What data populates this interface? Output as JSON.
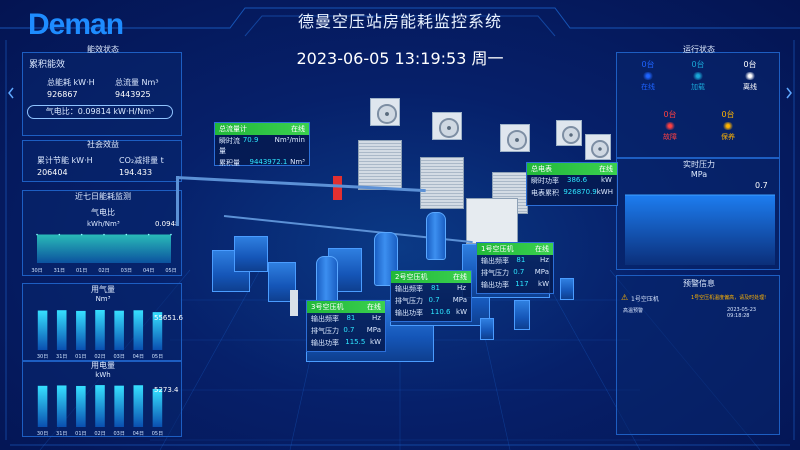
{
  "header": {
    "logo": "Deman",
    "title": "德曼空压站房能耗监控系统",
    "datetime": "2023-06-05 13:19:53 周一"
  },
  "energy": {
    "title": "能效状态",
    "subtitle": "累积能效",
    "total_energy_label": "总能耗 kW·H",
    "total_energy_value": "926867",
    "total_flow_label": "总流量 Nm³",
    "total_flow_value": "9443925",
    "ratio_label": "气电比：0.09814 kW·H/Nm³"
  },
  "social": {
    "title": "社会效益",
    "saving_label": "累计节能 kW·H",
    "saving_value": "206404",
    "co2_label": "CO₂减排量 t",
    "co2_value": "194.433"
  },
  "seven_day": {
    "title": "近七日能耗监测",
    "ratio_chart": {
      "title": "气电比",
      "unit": "kWh/Nm³",
      "current": "0.0948"
    },
    "gas_chart": {
      "title": "用气量",
      "unit": "Nm³",
      "current": "55651.6"
    },
    "power_chart": {
      "title": "用电量",
      "unit": "kWh",
      "current": "5273.4"
    }
  },
  "chart_data": [
    {
      "type": "area",
      "title": "气电比",
      "ylabel": "kWh/Nm³",
      "categories": [
        "30日",
        "31日",
        "01日",
        "02日",
        "03日",
        "04日",
        "05日"
      ],
      "values": [
        0.0948,
        0.0948,
        0.0948,
        0.0948,
        0.0948,
        0.0948,
        0.0948
      ]
    },
    {
      "type": "bar",
      "title": "用气量",
      "ylabel": "Nm³",
      "categories": [
        "30日",
        "31日",
        "01日",
        "02日",
        "03日",
        "04日",
        "05日"
      ],
      "values": [
        58000,
        58500,
        57500,
        58800,
        57800,
        58400,
        55651.6
      ]
    },
    {
      "type": "bar",
      "title": "用电量",
      "ylabel": "kWh",
      "categories": [
        "30日",
        "31日",
        "01日",
        "02日",
        "03日",
        "04日",
        "05日"
      ],
      "values": [
        5700,
        5750,
        5680,
        5800,
        5720,
        5780,
        5273.4
      ]
    },
    {
      "type": "area",
      "title": "实时压力",
      "ylabel": "MPa",
      "values": [
        0.7,
        0.7,
        0.7,
        0.7,
        0.7,
        0.7,
        0.7,
        0.7
      ],
      "current": "0.7"
    }
  ],
  "run_status": {
    "title": "运行状态",
    "items": [
      {
        "count": "0台",
        "label": "在线",
        "color": "#1e64ff"
      },
      {
        "count": "0台",
        "label": "加载",
        "color": "#1aa7d8"
      },
      {
        "count": "0台",
        "label": "离线",
        "color": "#ffffff"
      },
      {
        "count": "0台",
        "label": "故障",
        "color": "#ff4040"
      },
      {
        "count": "0台",
        "label": "保养",
        "color": "#ffb400"
      }
    ]
  },
  "pressure": {
    "title": "实时压力",
    "unit": "MPa",
    "current": "0.7"
  },
  "alarm": {
    "title": "预警信息",
    "device": "1号空压机",
    "message": "1号空压机温度偏高，请及时处理!",
    "type": "高温预警",
    "time": "2023-05-23 09:18:28"
  },
  "cards": {
    "flow": {
      "name": "总流量计",
      "state": "在线",
      "rows": [
        {
          "k": "瞬时流量",
          "v": "70.9",
          "u": "Nm³/min"
        },
        {
          "k": "累积量",
          "v": "9443972.1",
          "u": "Nm³"
        }
      ]
    },
    "meter": {
      "name": "总电表",
      "state": "在线",
      "rows": [
        {
          "k": "瞬时功率",
          "v": "386.6",
          "u": "kW"
        },
        {
          "k": "电表累积",
          "v": "926870.9",
          "u": "kWH"
        }
      ]
    },
    "c1": {
      "name": "1号空压机",
      "state": "在线",
      "rows": [
        {
          "k": "输出频率",
          "v": "81",
          "u": "Hz"
        },
        {
          "k": "排气压力",
          "v": "0.7",
          "u": "MPa"
        },
        {
          "k": "输出功率",
          "v": "117",
          "u": "kW"
        }
      ]
    },
    "c2": {
      "name": "2号空压机",
      "state": "在线",
      "rows": [
        {
          "k": "输出频率",
          "v": "81",
          "u": "Hz"
        },
        {
          "k": "排气压力",
          "v": "0.7",
          "u": "MPa"
        },
        {
          "k": "输出功率",
          "v": "110.6",
          "u": "kW"
        }
      ]
    },
    "c3": {
      "name": "3号空压机",
      "state": "在线",
      "rows": [
        {
          "k": "输出频率",
          "v": "81",
          "u": "Hz"
        },
        {
          "k": "排气压力",
          "v": "0.7",
          "u": "MPa"
        },
        {
          "k": "输出功率",
          "v": "115.5",
          "u": "kW"
        }
      ]
    }
  }
}
